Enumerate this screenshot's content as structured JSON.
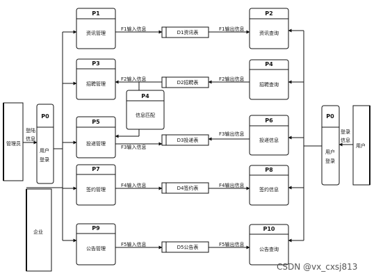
{
  "processes": [
    {
      "id": "P1",
      "label": "资讯管理"
    },
    {
      "id": "P2",
      "label": "资讯查询"
    },
    {
      "id": "P3",
      "label": "招聘管理"
    },
    {
      "id": "P4",
      "label": "招聘查询"
    },
    {
      "id": "P4m",
      "id_text": "P4",
      "label": "信息匹配"
    },
    {
      "id": "P5",
      "label": "投递管理"
    },
    {
      "id": "P6",
      "label": "投递信息"
    },
    {
      "id": "P7",
      "label": "签约管理"
    },
    {
      "id": "P8",
      "label": "签约信息"
    },
    {
      "id": "P9",
      "label": "公告管理"
    },
    {
      "id": "P10",
      "label": "公告查询"
    }
  ],
  "login_left": {
    "id": "P0",
    "label_line1": "用户",
    "label_line2": "登录"
  },
  "login_right": {
    "id": "P0",
    "label_line1": "用户",
    "label_line2": "登录"
  },
  "entities": {
    "admin": "管理员",
    "user": "用户",
    "company": "企业"
  },
  "flows": {
    "login_left_l1": "登陆",
    "login_left_l2": "信息",
    "login_right_l1": "登录",
    "login_right_l2": "信息",
    "f1_in": "F1输入信息",
    "f1_out": "F1输出信息",
    "f2_in": "F2输入信息",
    "f2_out": "F2输出信息",
    "f3_in": "F3输入信息",
    "f3_out": "F3输出信息",
    "f4_in": "F4输入信息",
    "f4_out": "F4输出信息",
    "f5_in": "F5输入信息",
    "f5_out": "F5输出信息"
  },
  "stores": {
    "d1": "D1资讯表",
    "d2": "D2招聘表",
    "d3": "D3投递表",
    "d4": "D4签约表",
    "d5": "D5公告表"
  },
  "watermark": "CSDN @vx_cxsj813"
}
